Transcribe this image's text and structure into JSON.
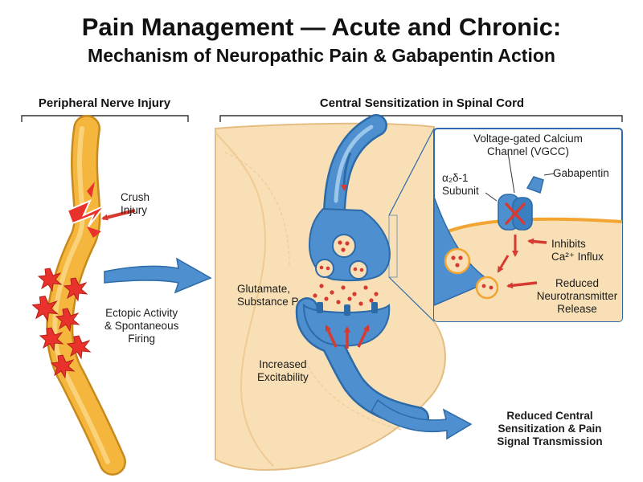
{
  "title": "Pain Management — Acute and Chronic:",
  "subtitle": "Mechanism of Neuropathic Pain & Gabapentin Action",
  "sections": {
    "left": "Peripheral Nerve Injury",
    "right": "Central Sensitization in Spinal Cord"
  },
  "labels": {
    "crush": "Crush\nInjury",
    "ectopic": "Ectopic Activity\n& Spontaneous\nFiring",
    "glutamate": "Glutamate,\nSubstance P",
    "excitability": "Increased\nExcitability",
    "vgcc": "Voltage-gated Calcium\nChannel (VGCC)",
    "subunit": "α₂δ-1\nSubunit",
    "gabapentin": "Gabapentin",
    "inhibits": "Inhibits\nCa²⁺ Influx",
    "reduced_release": "Reduced\nNeurotransmitter\nRelease",
    "outcome": "Reduced Central\nSensitization & Pain\nSignal Transmission"
  },
  "colors": {
    "nerve": "#f4b63d",
    "cord": "#f8dfb6",
    "neuron": "#4d8fcf",
    "arrow_red": "#d63a30",
    "burst": "#e8322b",
    "membrane": "#f2a531"
  }
}
